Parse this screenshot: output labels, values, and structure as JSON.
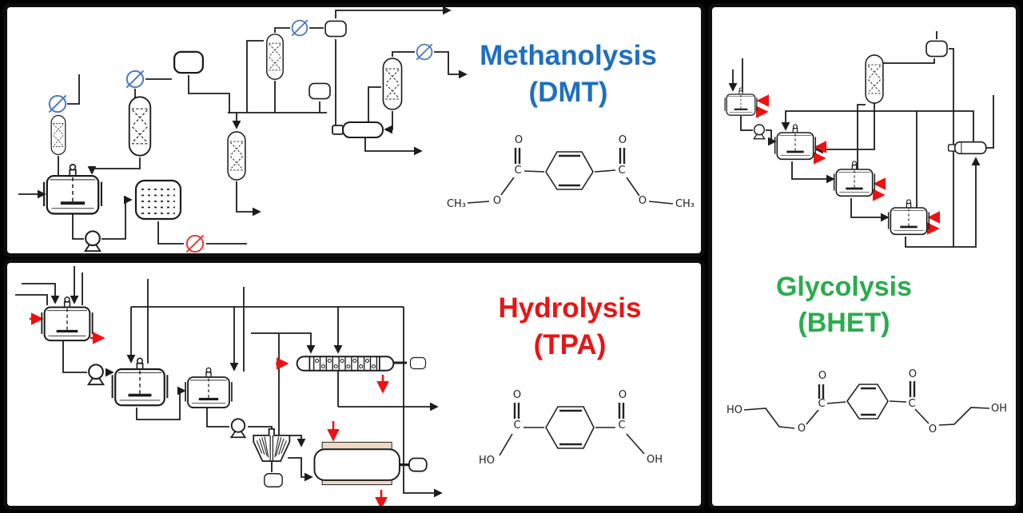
{
  "colors": {
    "methanolysis_blue": "#1f6fc0",
    "hydrolysis_red": "#e81414",
    "glycolysis_green": "#2aac4d",
    "condenser_blue": "#4a77c4",
    "condenser_red": "#e0392f",
    "heat_arrow_red": "#ee1111",
    "dryer_band_tan": "#f0d9c2",
    "line_black": "#1c1c1c"
  },
  "panels": {
    "methanolysis": {
      "title_line1": "Methanolysis",
      "title_line2": "(DMT)",
      "molecule": {
        "name": "dimethyl terephthalate",
        "labels": {
          "left_group": "CH₃",
          "left_ester_o": "O",
          "left_c": "C",
          "left_carbonyl_o": "O",
          "right_carbonyl_o": "O",
          "right_c": "C",
          "right_ester_o": "O",
          "right_group": "CH₃"
        }
      }
    },
    "hydrolysis": {
      "title_line1": "Hydrolysis",
      "title_line2": "(TPA)",
      "molecule": {
        "name": "terephthalic acid",
        "labels": {
          "left_group": "HO",
          "left_c": "C",
          "left_carbonyl_o": "O",
          "right_carbonyl_o": "O",
          "right_c": "C",
          "right_group": "OH"
        }
      }
    },
    "glycolysis": {
      "title_line1": "Glycolysis",
      "title_line2": "(BHET)",
      "molecule": {
        "name": "bis(2-hydroxyethyl) terephthalate",
        "labels": {
          "left_group": "HO",
          "left_ester_o": "O",
          "left_c": "C",
          "left_carbonyl_o": "O",
          "right_carbonyl_o": "O",
          "right_c": "C",
          "right_ester_o": "O",
          "right_group": "OH"
        }
      }
    }
  }
}
